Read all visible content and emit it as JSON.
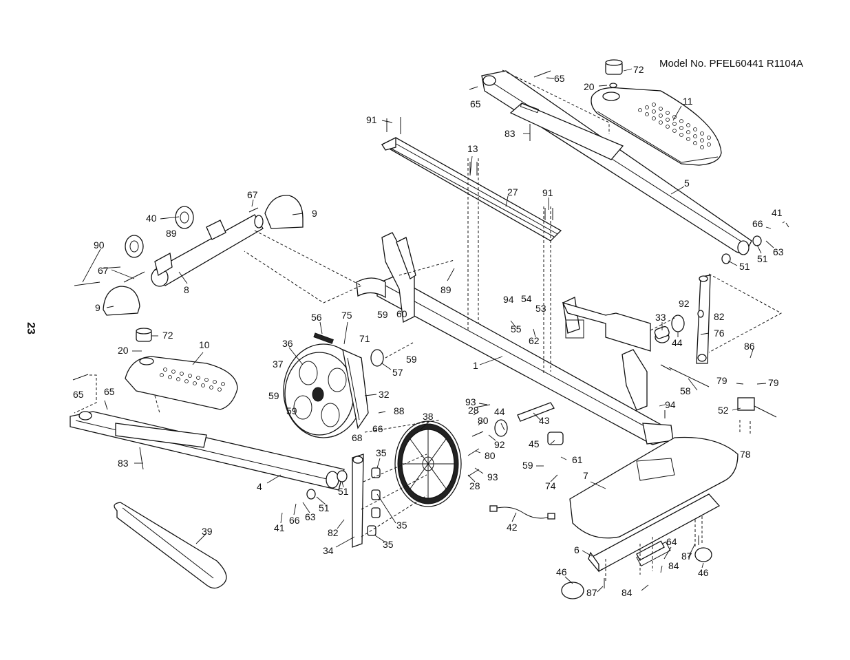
{
  "page": {
    "model_text": "Model No. PFEL60441 R1104A",
    "page_number": "23"
  },
  "diagram": {
    "callouts": [
      "72",
      "65",
      "20",
      "11",
      "65",
      "91",
      "83",
      "5",
      "13",
      "27",
      "91",
      "67",
      "9",
      "40",
      "89",
      "90",
      "8",
      "67",
      "9",
      "41",
      "66",
      "63",
      "51",
      "51",
      "89",
      "94",
      "54",
      "53",
      "92",
      "82",
      "33",
      "44",
      "76",
      "56",
      "75",
      "36",
      "59",
      "60",
      "71",
      "59",
      "1",
      "72",
      "20",
      "10",
      "37",
      "59",
      "57",
      "55",
      "62",
      "86",
      "79",
      "79",
      "58",
      "52",
      "94",
      "78",
      "32",
      "88",
      "38",
      "93",
      "28",
      "44",
      "80",
      "43",
      "65",
      "65",
      "59",
      "66",
      "68",
      "92",
      "45",
      "80",
      "35",
      "61",
      "59",
      "74",
      "83",
      "93",
      "28",
      "7",
      "4",
      "51",
      "63",
      "51",
      "41",
      "66",
      "82",
      "35",
      "35",
      "34",
      "42",
      "39",
      "6",
      "64",
      "87",
      "84",
      "46",
      "46",
      "87",
      "84"
    ]
  }
}
